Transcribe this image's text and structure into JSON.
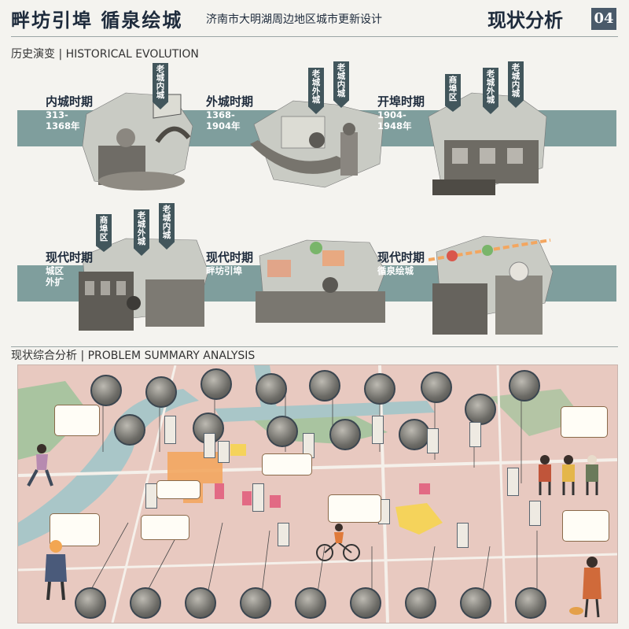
{
  "header": {
    "title": "畔坊引埠 循泉绘城",
    "subtitle": "济南市大明湖周边地区城市更新设计",
    "section_title": "现状分析",
    "section_number": "04"
  },
  "history": {
    "heading": "历史演变 | HISTORICAL EVOLUTION",
    "eras": [
      {
        "name": "内城时期",
        "desc": "313-\n1368年"
      },
      {
        "name": "外城时期",
        "desc": "1368-\n1904年"
      },
      {
        "name": "开埠时期",
        "desc": "1904-\n1948年"
      },
      {
        "name": "现代时期",
        "desc": "城区\n外扩"
      },
      {
        "name": "现代时期",
        "desc": "畔坊引埠"
      },
      {
        "name": "现代时期",
        "desc": "循泉绘城"
      }
    ],
    "tags": {
      "old_inner": "老城内城",
      "old_outer": "老城外城",
      "port": "商埠区"
    }
  },
  "summary": {
    "heading": "现状综合分析 | PROBLEM SUMMARY ANALYSIS"
  },
  "colors": {
    "band": "#7f9e9d",
    "header_text": "#1e2b3c",
    "map_bg": "#e8c9c0",
    "water": "#a9c6c8",
    "green": "#9ec39a",
    "highlight_orange": "#f3a65f",
    "highlight_yellow": "#f5d35b"
  }
}
